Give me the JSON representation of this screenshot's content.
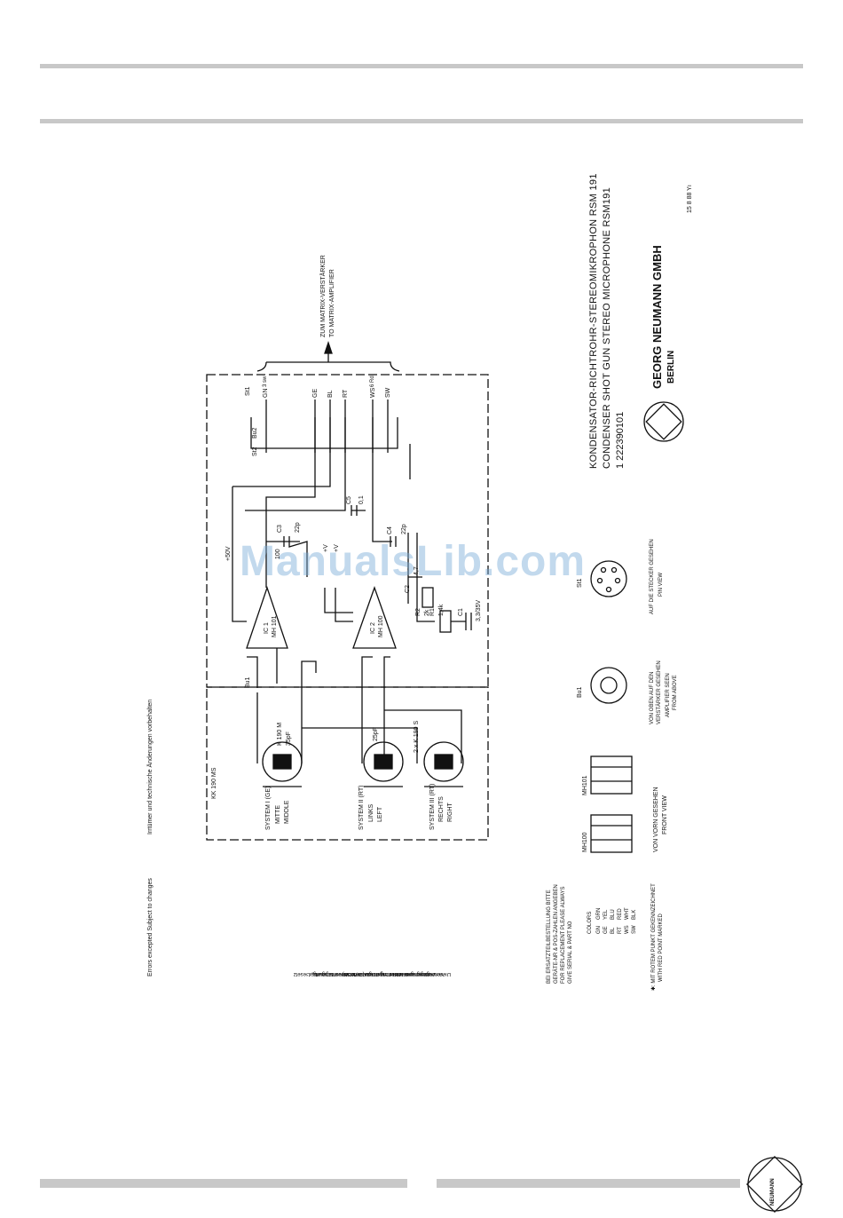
{
  "page": {
    "watermark": "ManualsLib.com"
  },
  "margin_notes": {
    "errors": "Errors excepted  Subject to changes",
    "irrtum": "Irrtümer und technische Änderungen vorbehalten"
  },
  "copyright": {
    "line1": "Diese Zeichnung ist unser Eigentum. Jede Vervielfältigung,",
    "line2": "Verwertung oder Mitteilung an dritte Personen ist strafbar",
    "line3": "und wird zivilrechtlich verfolgt. (Urheberrechtsgesetz, Gesetz",
    "line4": "gegen unlauteren Wettbewerb, BGB)"
  },
  "title_block": {
    "line1": "KONDENSATOR-RICHTROHR-STEREOMIKROPHON RSM 191",
    "line2": "CONDENSER  SHOT GUN STEREO  MICROPHONE RSM191",
    "part_no": "1 222390101",
    "company": "GEORG NEUMANN GMBH",
    "city": "BERLIN",
    "date_code": "15 8 88  Yı"
  },
  "schematic": {
    "matrix_de": "ZUM MATRIX-VERSTÄRKER",
    "matrix_en": "TO MATRIX-AMPLIFIER",
    "capsule_box": "KK 190 MS",
    "capsule_k190": "K 190 M",
    "cap_35pf": "35pF",
    "cap_25pf": "25pF",
    "k190s": "2 x K 190 S",
    "sys1": "SYSTEM I (GE)",
    "sys1_de": "MITTE",
    "sys1_en": "MIDDLE",
    "sys2": "SYSTEM II (RT)",
    "sys2_de": "LINKS",
    "sys2_en": "LEFT",
    "sys3": "SYSTEM III (RT)",
    "sys3_de": "RECHTS",
    "sys3_en": "RIGHT",
    "ic1": "IC 1",
    "ic1_type": "MH 101",
    "ic2": "IC 2",
    "ic2_type": "MH 100",
    "bu1": "Bu1",
    "bu2": "Bu2",
    "st1": "St1",
    "st2": "St2",
    "v50": "+50V",
    "v_a": "+V",
    "v_b": "+V",
    "c1": "C1",
    "c1_val": "3,3/35V",
    "c2": "C2",
    "c2_val": "4,7",
    "c3": "C3",
    "c3_val": "22p",
    "c4": "C4",
    "c4_val": "22p",
    "c5": "C5",
    "c5_val": "0,1",
    "r1": "R1",
    "r1_val": "1,4k",
    "r2": "R2",
    "r2_val": "2k",
    "r100": "100",
    "w_gn": "GN",
    "w_ge": "GE",
    "w_bl": "BL",
    "w_rt": "RT",
    "w_ws": "WS",
    "w_sw": "SW",
    "w_3sw": "3 sw",
    "w_6rd": "6 Rd"
  },
  "pinouts": {
    "mh100": "MH100",
    "mh101": "MH101",
    "front_de": "VON VORN GESEHEN",
    "front_en": "FRONT VIEW",
    "bu1": "Bu1",
    "bu1_de1": "VON OBEN AUF DEN",
    "bu1_de2": "VERSTÄRKER GESEHEN",
    "bu1_en1": "AMPLIFIER SEEN",
    "bu1_en2": "FROM ABOVE",
    "st1": "St1",
    "st1_de": "AUF DIE STECKER GESEHEN",
    "st1_en": "PIN VIEW"
  },
  "ordering": {
    "line1": "BEI ERSATZTEILBESTELLUNG BITTE",
    "line2": "GERÄTE-NR & POS-ZAHLEN ANGEBEN",
    "line3": "FOR REPLACEMENT PLEASE ALWAYS",
    "line4": "GIVE SERIAL & PART NO"
  },
  "colors_table": {
    "title": "COLORS",
    "rows": [
      [
        "GN",
        "GRN"
      ],
      [
        "GE",
        "YEL"
      ],
      [
        "BL",
        "BLU"
      ],
      [
        "RT",
        "RED"
      ],
      [
        "WS",
        "WHT"
      ],
      [
        "SW",
        "BLK"
      ]
    ]
  },
  "red_point": {
    "line1": "✱: MIT ROTEM PUNKT GEKENNZEICHNET",
    "line2": "WITH RED POINT MARKED"
  },
  "logo": {
    "text": "NEUMANN"
  },
  "colors": {
    "rule": "#c8c8c8",
    "ink": "#111111",
    "watermark": "#78aad7"
  }
}
